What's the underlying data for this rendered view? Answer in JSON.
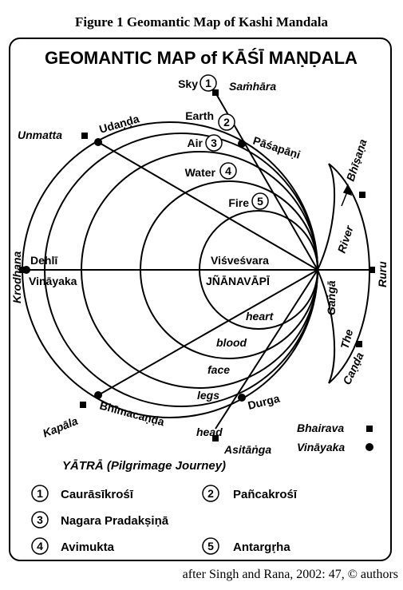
{
  "caption": "Figure 1 Geomantic Map of Kashi Mandala",
  "map_title": "GEOMANTIC MAP of KĀŚĪ MAṆḌALA",
  "elements": [
    {
      "num": "1",
      "label": "Sky"
    },
    {
      "num": "2",
      "label": "Earth"
    },
    {
      "num": "3",
      "label": "Air"
    },
    {
      "num": "4",
      "label": "Water"
    },
    {
      "num": "5",
      "label": "Fire"
    }
  ],
  "places": {
    "samhara": "Saṁhāra",
    "udanda": "Udaṇḍa",
    "unmatta": "Unmatta",
    "pasapani": "Pāśapāṇi",
    "krodhana": "Krodhana",
    "dehli": "Dehlī",
    "vinayaka": "Vināyaka",
    "visvesvara": "Viśveśvara",
    "jnanavapi": "JÑĀNAVĀPĪ",
    "bhisana": "Bhīṣaṇa",
    "ruru": "Ruru",
    "canda": "Caṇḍa",
    "kapala": "Kapāla",
    "bhimacanda": "Bhīmacaṇḍa",
    "asitanga": "Asitāṅga",
    "durga": "Durga"
  },
  "body_parts": [
    "heart",
    "blood",
    "face",
    "legs",
    "head"
  ],
  "river": {
    "river": "River",
    "ganga": "Gaṅgā",
    "the": "The"
  },
  "symbol_key": {
    "bhairava": "Bhairava",
    "vinayaka": "Vināyaka"
  },
  "yatra_title": "YĀTRĀ (Pilgrimage Journey)",
  "yatra": [
    {
      "num": "1",
      "label": "Caurāsīkrośī"
    },
    {
      "num": "2",
      "label": "Pañcakrośī"
    },
    {
      "num": "3",
      "label": "Nagara Pradakṣiṇā"
    },
    {
      "num": "4",
      "label": "Avimukta"
    },
    {
      "num": "5",
      "label": "Antargṛha"
    }
  ],
  "credit": "after Singh and Rana, 2002: 47, © authors"
}
